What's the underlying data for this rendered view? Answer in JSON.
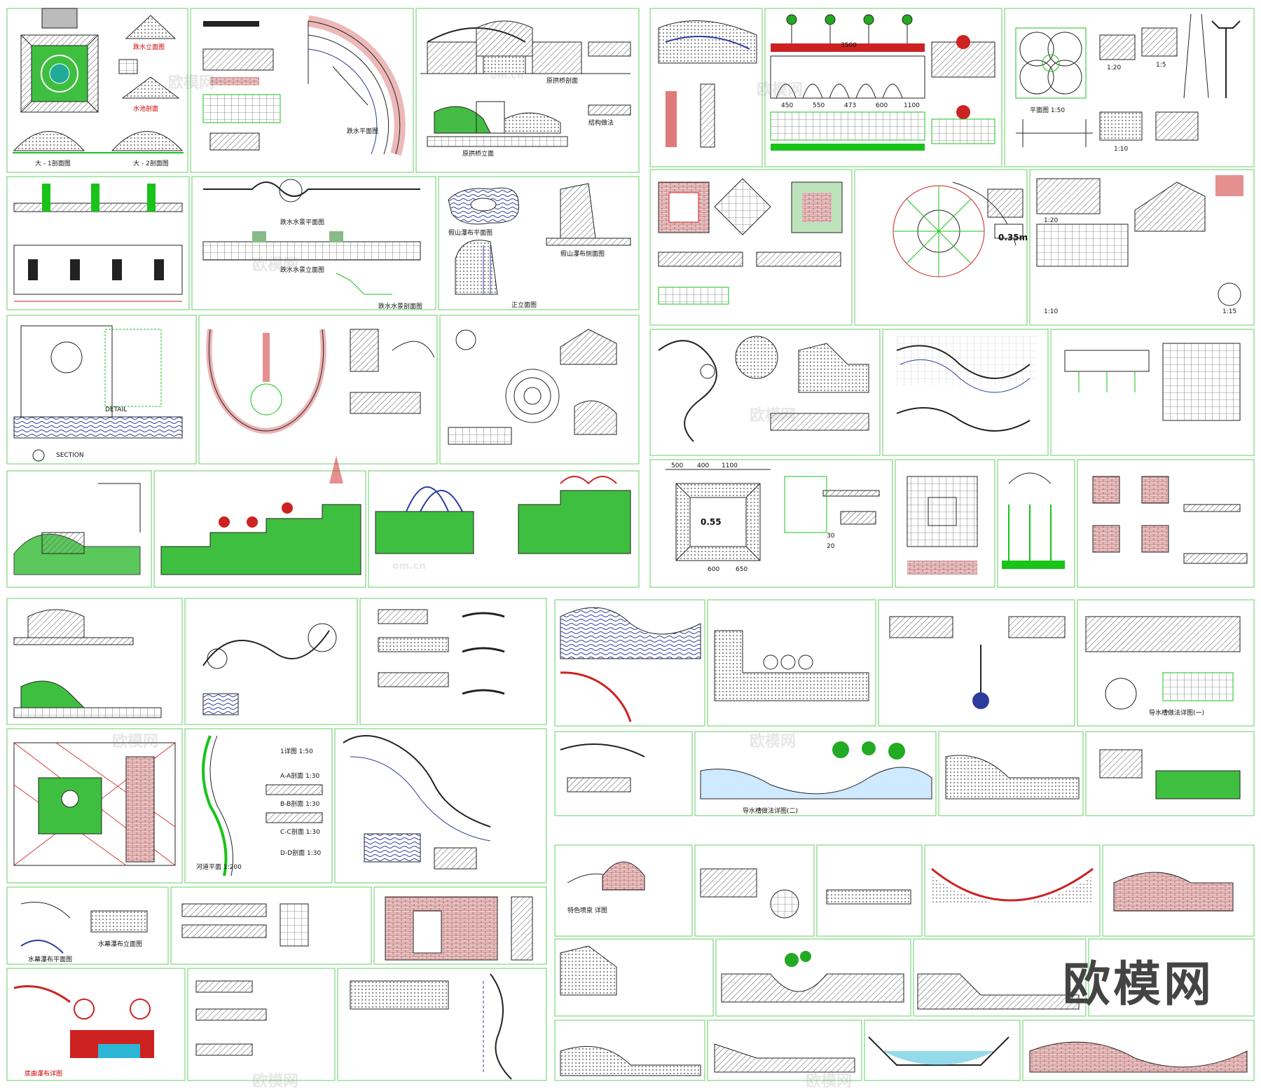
{
  "colors": {
    "frame": "#7fd77f",
    "line": "#111111",
    "accent_green": "#19c319",
    "accent_red": "#cc1111",
    "water": "#2c3c9c",
    "fill_grey": "#c8c8c8"
  },
  "watermark": "欧模网",
  "watermark_sub": "om.cn",
  "logo_text": "欧模网",
  "panels": [
    {
      "id": "p1",
      "labels": [
        "跌水立面图",
        "水池剖面",
        "大 - 1剖面图",
        "大 - 2剖面图"
      ]
    },
    {
      "id": "p2",
      "labels": [
        "跌水平面图"
      ]
    },
    {
      "id": "p3",
      "labels": [
        "原拱桥剖面",
        "原拱桥立面",
        "结构做法"
      ]
    },
    {
      "id": "p4",
      "labels": [
        "3500",
        "450",
        "550",
        "473",
        "600",
        "1100"
      ]
    },
    {
      "id": "p5",
      "labels": [
        "1:20",
        "1:5",
        "1:10",
        "平面图 1:50"
      ]
    },
    {
      "id": "p6",
      "labels": [
        "跌水水景平面图",
        "跌水水景立面图",
        "跌水水景剖面图"
      ]
    },
    {
      "id": "p7",
      "labels": [
        "假山瀑布平面图",
        "假山瀑布侧面图",
        "正立面图"
      ]
    },
    {
      "id": "p8",
      "labels": [
        "0.35m",
        "1:20",
        "1:10",
        "1:15"
      ]
    },
    {
      "id": "p9",
      "labels": [
        "SECTION",
        "DETAIL"
      ]
    },
    {
      "id": "p10",
      "labels": [
        "500",
        "400",
        "1100",
        "0.55",
        "600",
        "650",
        "30",
        "20"
      ]
    },
    {
      "id": "p11",
      "labels": [
        "导水槽做法详图(一)",
        "导水槽做法详图(二)"
      ]
    },
    {
      "id": "p12",
      "labels": [
        "河道平面 1:200",
        "1详图 1:50",
        "A-A剖面 1:30",
        "B-B剖面 1:30",
        "C-C剖面 1:30",
        "D-D剖面 1:30"
      ]
    },
    {
      "id": "p13",
      "labels": [
        "水幕瀑布立面图",
        "水幕瀑布平面图",
        "特色喷泉 详图"
      ]
    },
    {
      "id": "p14",
      "labels": [
        "底曲瀑布详图"
      ]
    }
  ]
}
